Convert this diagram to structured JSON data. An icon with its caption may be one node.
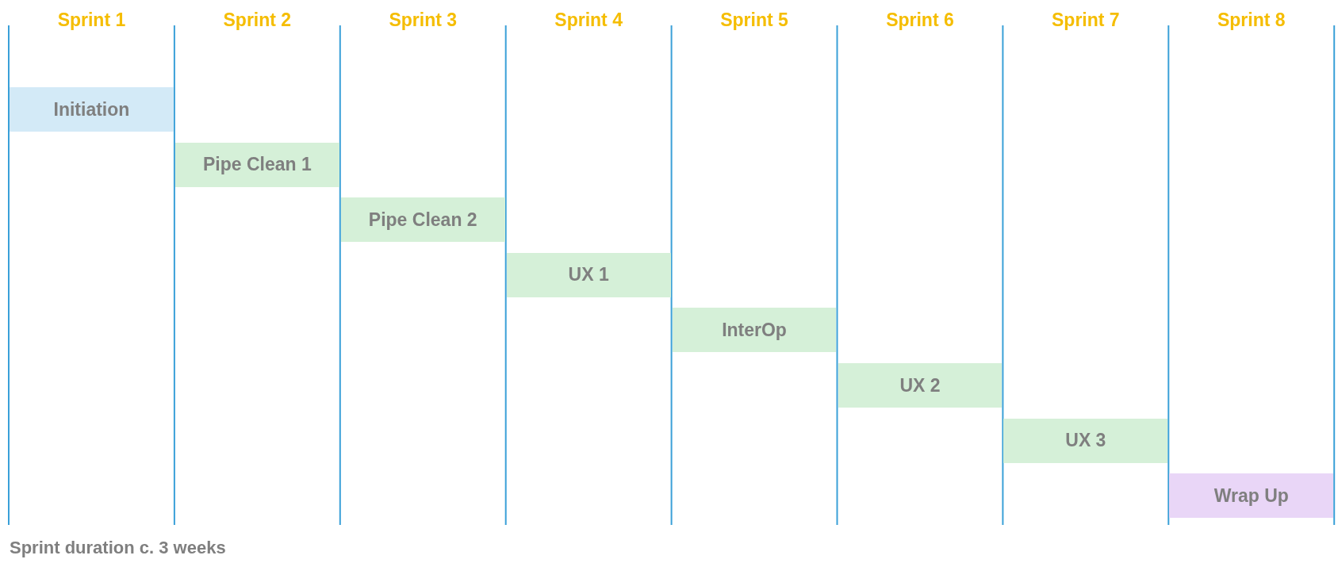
{
  "diagram": {
    "caption": "Sprint duration c. 3 weeks",
    "nodes": [
      {
        "text": [
          "Initiation"
        ]
      },
      {
        "text": [
          "Pipe Clean 1"
        ]
      },
      {
        "text": [
          "Pipe Clean 2"
        ]
      },
      {
        "text": [
          "UX 1"
        ]
      },
      {
        "text": [
          "InterOp"
        ]
      },
      {
        "text": [
          "UX 2"
        ]
      },
      {
        "text": [
          "UX 3"
        ]
      },
      {
        "text": [
          "Wrap Up"
        ]
      }
    ],
    "labels": [
      "Sprint 1",
      "Sprint 2",
      "Sprint 3",
      "Sprint 4",
      "Sprint 5",
      "Sprint 6",
      "Sprint 7",
      "Sprint 8"
    ]
  }
}
